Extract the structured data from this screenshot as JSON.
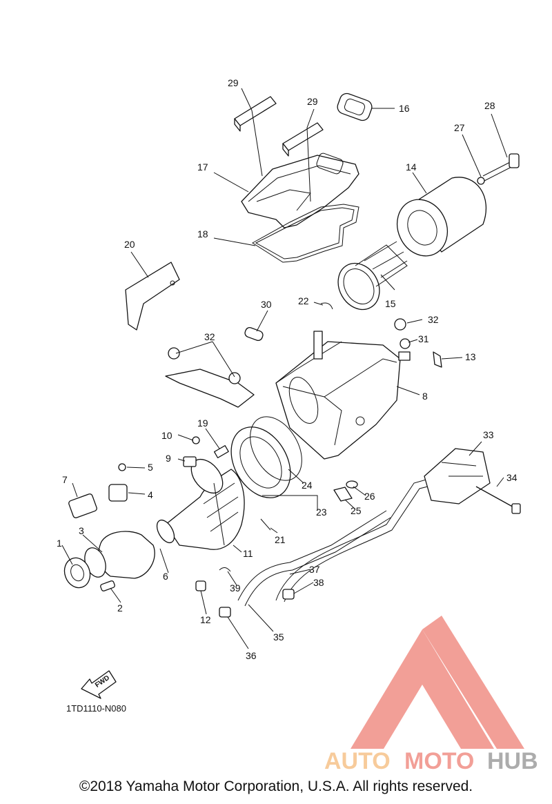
{
  "diagram_code": "1TD1110-N080",
  "fwd_label": "FWD",
  "copyright": "©2018 Yamaha Motor Corporation, U.S.A. All rights reserved.",
  "watermark": {
    "part1": "AUTO",
    "part2": "MOTO",
    "part3": "HUB",
    "color_light": "#f6c38a",
    "color_pink": "#f08f86",
    "color_gray": "#9e9e9e"
  },
  "callouts": [
    {
      "id": "29a",
      "label": "29"
    },
    {
      "id": "29b",
      "label": "29"
    },
    {
      "id": "16",
      "label": "16"
    },
    {
      "id": "28",
      "label": "28"
    },
    {
      "id": "27",
      "label": "27"
    },
    {
      "id": "17",
      "label": "17"
    },
    {
      "id": "14",
      "label": "14"
    },
    {
      "id": "18",
      "label": "18"
    },
    {
      "id": "20",
      "label": "20"
    },
    {
      "id": "15",
      "label": "15"
    },
    {
      "id": "22",
      "label": "22"
    },
    {
      "id": "30",
      "label": "30"
    },
    {
      "id": "32a",
      "label": "32"
    },
    {
      "id": "31",
      "label": "31"
    },
    {
      "id": "32b",
      "label": "32"
    },
    {
      "id": "13",
      "label": "13"
    },
    {
      "id": "8",
      "label": "8"
    },
    {
      "id": "19",
      "label": "19"
    },
    {
      "id": "10",
      "label": "10"
    },
    {
      "id": "33",
      "label": "33"
    },
    {
      "id": "9",
      "label": "9"
    },
    {
      "id": "5",
      "label": "5"
    },
    {
      "id": "34",
      "label": "34"
    },
    {
      "id": "7",
      "label": "7"
    },
    {
      "id": "4",
      "label": "4"
    },
    {
      "id": "24",
      "label": "24"
    },
    {
      "id": "26",
      "label": "26"
    },
    {
      "id": "23",
      "label": "23"
    },
    {
      "id": "25",
      "label": "25"
    },
    {
      "id": "3",
      "label": "3"
    },
    {
      "id": "21",
      "label": "21"
    },
    {
      "id": "1",
      "label": "1"
    },
    {
      "id": "11",
      "label": "11"
    },
    {
      "id": "6",
      "label": "6"
    },
    {
      "id": "37",
      "label": "37"
    },
    {
      "id": "39",
      "label": "39"
    },
    {
      "id": "38",
      "label": "38"
    },
    {
      "id": "2",
      "label": "2"
    },
    {
      "id": "12",
      "label": "12"
    },
    {
      "id": "35",
      "label": "35"
    },
    {
      "id": "36",
      "label": "36"
    }
  ]
}
